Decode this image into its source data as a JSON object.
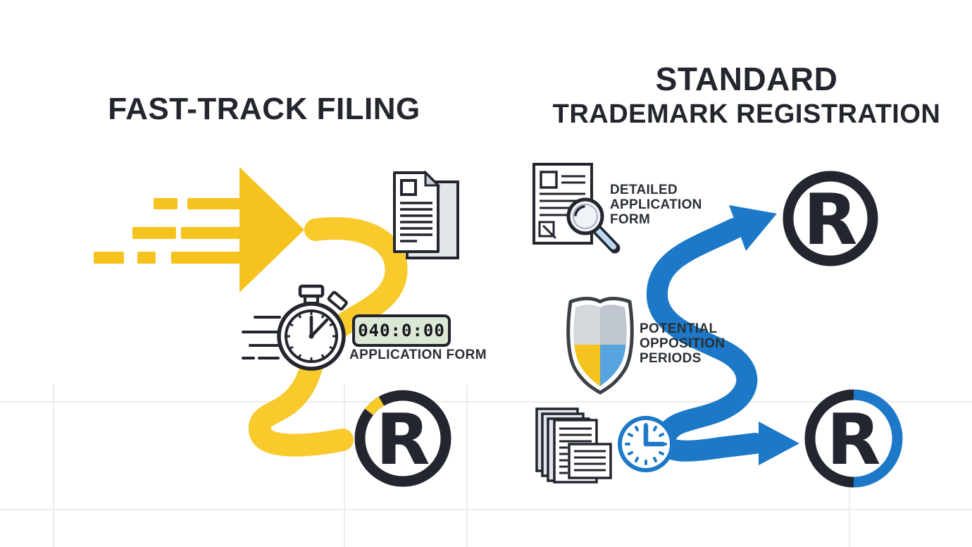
{
  "header": {
    "fast_title": "FAST-TRACK FILING",
    "standard_title_line1": "STANDARD",
    "standard_title_line2": "TRADEMARK REGISTRATION"
  },
  "fast_track": {
    "timer_value": "040:0:00",
    "timer_label": "APPLICATION FORM",
    "registered_mark": "R"
  },
  "standard": {
    "step1_lines": [
      "DETAILED",
      "APPLICATION",
      "FORM"
    ],
    "step2_lines": [
      "POTENTIAL",
      "OPPOSITION",
      "PERIODS"
    ],
    "registered_mark_top": "R",
    "registered_mark_bottom": "R"
  },
  "icons": {
    "speed-arrow-icon": "solid yellow right arrow with motion dashes",
    "fast-route-path": "yellow winding path",
    "document-icon": "stacked application papers",
    "stopwatch-icon": "outline stopwatch with speed lines",
    "timer-display": "digital LCD countdown",
    "registered-trademark-icon": "circled R symbol",
    "document-search-icon": "form with magnifying glass",
    "shield-icon": "quartered protection shield",
    "paper-stack-icon": "pile of filed documents",
    "clock-icon": "blue waiting clock",
    "standard-route-path": "blue S-curve arrow"
  },
  "colors": {
    "ink": "#23262E",
    "accent_yellow": "#F6C21D",
    "accent_yellow_light": "#F9CA2C",
    "accent_blue": "#1D79C7",
    "shield_gray_light": "#D4D8DD",
    "shield_gray_dark": "#C0C6CD",
    "shield_blue": "#58A4DF",
    "lcd_bg": "#DCE7D6",
    "paper_gray": "#E2E5EA",
    "handle_blue": "#BCD9F2"
  }
}
